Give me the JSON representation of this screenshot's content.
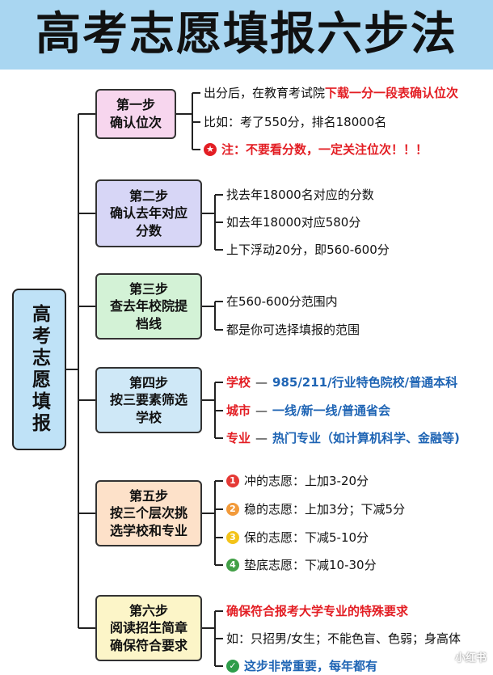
{
  "title": "高考志愿填报六步法",
  "root": "高考志愿填报",
  "steps": [
    {
      "title": "第一步",
      "subtitle": [
        "确认位次"
      ],
      "lines": [
        {
          "text": "出分后，在教育考试院",
          "highlight": "下载一分一段表确认位次"
        },
        {
          "text": "比如：考了550分，排名18000名"
        },
        {
          "icon": "star-icon",
          "red": "注：不要看分数，一定关注位次！！！"
        }
      ]
    },
    {
      "title": "第二步",
      "subtitle": [
        "确认去年对应",
        "分数"
      ],
      "lines": [
        {
          "text": "找去年18000名对应的分数"
        },
        {
          "text": "如去年18000对应580分"
        },
        {
          "text": "上下浮动20分，即560-600分"
        }
      ]
    },
    {
      "title": "第三步",
      "subtitle": [
        "查去年校院提",
        "档线"
      ],
      "lines": [
        {
          "text": "在560-600分范围内"
        },
        {
          "text": "都是你可选择填报的范围"
        }
      ]
    },
    {
      "title": "第四步",
      "subtitle": [
        "按三要素筛选",
        "学校"
      ],
      "lines": [
        {
          "label": "学校",
          "dash": "—",
          "value": "985/211/行业特色院校/普通本科"
        },
        {
          "label": "城市",
          "dash": "—",
          "value": "一线/新一线/普通省会"
        },
        {
          "label": "专业",
          "dash": "—",
          "value": "热门专业（如计算机科学、金融等)"
        }
      ]
    },
    {
      "title": "第五步",
      "subtitle": [
        "按三个层次挑",
        "选学校和专业"
      ],
      "lines": [
        {
          "num": "1",
          "text": "冲的志愿：上加3-20分"
        },
        {
          "num": "2",
          "text": "稳的志愿：上加3分；下减5分"
        },
        {
          "num": "3",
          "text": "保的志愿：下减5-10分"
        },
        {
          "num": "4",
          "text": "垫底志愿：下减10-30分"
        }
      ]
    },
    {
      "title": "第六步",
      "subtitle": [
        "阅读招生简章",
        "确保符合要求"
      ],
      "lines": [
        {
          "red": "确保符合报考大学专业的特殊要求"
        },
        {
          "text": "如：只招男/女生；不能色盲、色弱；身高体"
        },
        {
          "icon": "check-icon",
          "blue": "这步非常重要，每年都有"
        }
      ]
    }
  ],
  "watermark": "小红书",
  "colors": {
    "title_bg": "#a9d6f1",
    "root_bg": "#bfe2f7",
    "step1": "#f7d6ee",
    "step2": "#d7d6f6",
    "step3": "#d3f2d6",
    "step4": "#cfe8f7",
    "step5": "#fde1c9",
    "step6": "#fcf5c8",
    "red": "#e31e24",
    "blue": "#1e64b4",
    "num1": "#e53935",
    "num2": "#f29a3a",
    "num3": "#f3c31a",
    "num4": "#43a047"
  }
}
